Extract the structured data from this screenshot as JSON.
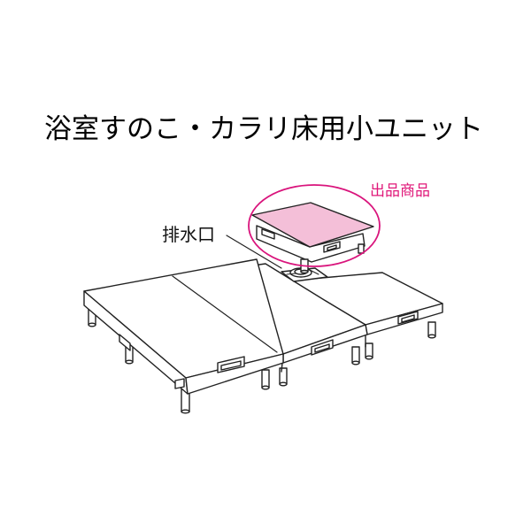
{
  "title": "浴室すのこ・カラリ床用小ユニット",
  "callouts": {
    "product": "出品商品",
    "drain": "排水口"
  },
  "colors": {
    "line": "#222222",
    "highlight_fill": "#f4bfd8",
    "highlight_ring": "#d9147c",
    "product_label": "#e0197a",
    "drain_label": "#111111"
  }
}
